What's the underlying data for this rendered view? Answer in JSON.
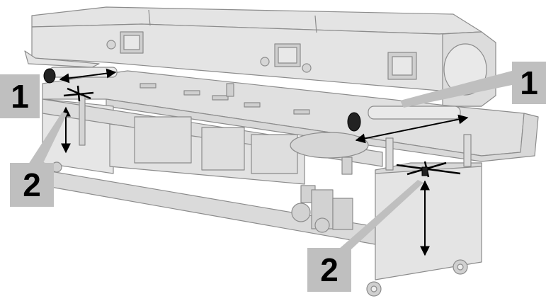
{
  "callouts": {
    "left_1": "1",
    "right_1": "1",
    "left_2": "2",
    "right_2": "2"
  },
  "colors": {
    "machine_fill": "#e4e4e4",
    "machine_dark": "#d0d0d0",
    "outline": "#8c8c8c",
    "callout_bg": "#bfbfbf",
    "arrow": "#000000"
  },
  "icons": [
    "adjustment-arrow-icon",
    "leveling-crank-icon",
    "spindle-knob-icon",
    "caster-wheel-icon"
  ]
}
